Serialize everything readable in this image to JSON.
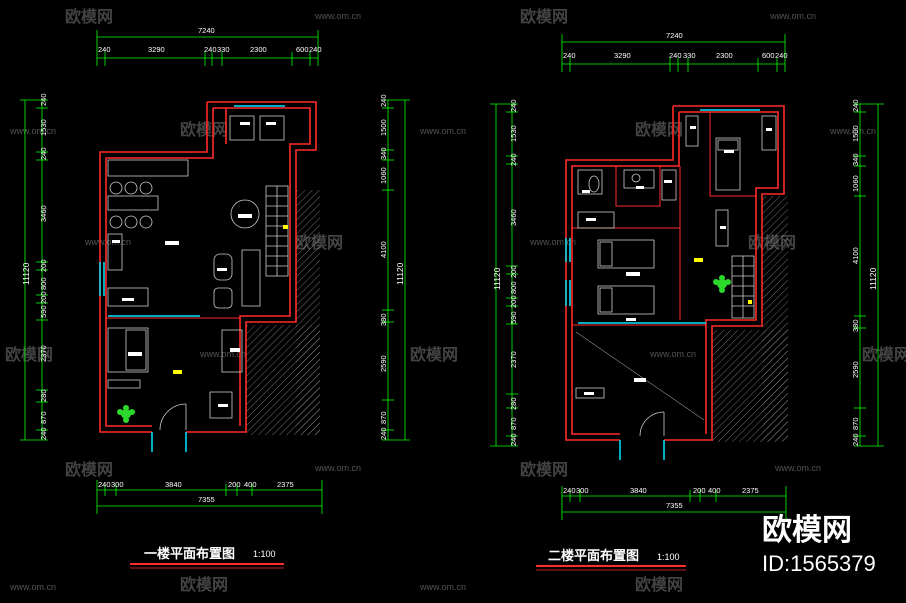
{
  "plan1": {
    "title": "一楼平面布置图",
    "scale": "1:100",
    "top_total": "7240",
    "top_dims": [
      "240",
      "3290",
      "240",
      "330",
      "2300",
      "600",
      "240"
    ],
    "bottom_total": "7355",
    "bottom_dims": [
      "240",
      "300",
      "3840",
      "200",
      "400",
      "2375"
    ],
    "left_dims": [
      "240",
      "1530",
      "240",
      "3460",
      "200",
      "800",
      "200",
      "590",
      "2370",
      "280",
      "870",
      "240"
    ],
    "left_total": "11120",
    "right_dims": [
      "240",
      "1500",
      "340",
      "1060",
      "4100",
      "380",
      "2590",
      "870",
      "240"
    ],
    "right_total": "11120"
  },
  "plan2": {
    "title": "二楼平面布置图",
    "scale": "1:100",
    "top_total": "7240",
    "top_dims": [
      "240",
      "3290",
      "240",
      "330",
      "2300",
      "600",
      "240"
    ],
    "bottom_total": "7355",
    "bottom_dims": [
      "240",
      "300",
      "3840",
      "200",
      "400",
      "2375"
    ],
    "left_dims": [
      "240",
      "1530",
      "240",
      "3460",
      "200",
      "800",
      "200",
      "590",
      "2370",
      "280",
      "870",
      "240"
    ],
    "left_total": "11120",
    "right_dims": [
      "240",
      "1500",
      "340",
      "1060",
      "4100",
      "380",
      "2590",
      "870",
      "240"
    ],
    "right_total": "11120"
  },
  "watermark": {
    "brand": "欧模网",
    "url": "www.om.cn",
    "id_label": "ID:1565379"
  },
  "colors": {
    "wall": "#ff2a2a",
    "dimension": "#00ff00",
    "window": "#00e5ff",
    "text": "#ffffff",
    "furniture": "#cccccc"
  }
}
